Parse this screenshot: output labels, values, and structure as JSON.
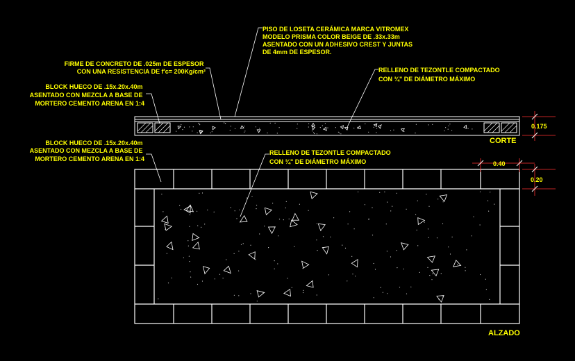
{
  "annotations": {
    "piso": [
      "PISO DE LOSETA CERÁMICA MARCA VITROMEX",
      "MODELO PRISMA COLOR BEIGE DE .33x.33m",
      "ASENTADO CON UN ADHESIVO CREST Y JUNTAS",
      "DE 4mm DE ESPESOR."
    ],
    "firme": [
      "FIRME DE CONCRETO DE .025m DE ESPESOR",
      "CON UNA RESISTENCIA DE f'c= 200Kg/cm²"
    ],
    "relleno_corte": [
      "RELLENO DE TEZONTLE COMPACTADO",
      "CON ¾\" DE DIÁMETRO MÁXIMO"
    ],
    "block_corte": [
      "BLOCK HUECO DE .15x.20x.40m",
      "ASENTADO CON MEZCLA A BASE DE",
      "MORTERO CEMENTO ARENA EN 1:4"
    ],
    "block_alzado": [
      "BLOCK HUECO DE .15x.20x.40m",
      "ASENTADO CON MEZCLA A BASE DE",
      "MORTERO CEMENTO ARENA EN 1:4"
    ],
    "relleno_alzado": [
      "RELLENO DE TEZONTLE COMPACTADO",
      "CON ¾\" DE DIÁMETRO MÁXIMO"
    ]
  },
  "dimensions": {
    "corte_height": "0.175",
    "block_length": "0.40",
    "block_height": "0.20"
  },
  "titles": {
    "corte": "CORTE",
    "alzado": "ALZADO"
  },
  "colors": {
    "background": "#000000",
    "text": "#ffff00",
    "lines": "#ffffff",
    "dimension": "#ff3030"
  }
}
